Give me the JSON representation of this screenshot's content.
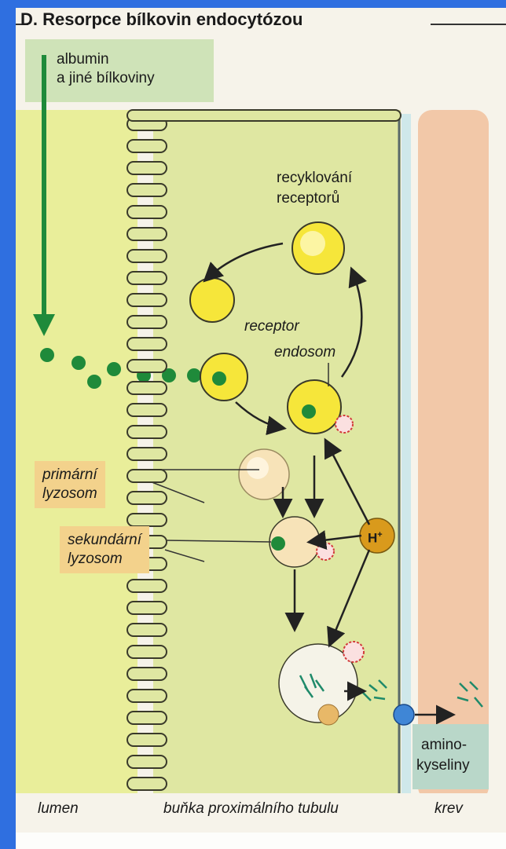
{
  "title": "D. Resorpce bílkovin endocytózou",
  "labels": {
    "albumin": [
      "albumin",
      "a jiné bílkoviny"
    ],
    "recycling": [
      "recyklování",
      "receptorů"
    ],
    "receptor": "receptor",
    "endosome": "endosom",
    "primary_lysosome": [
      "primární",
      "lyzosom"
    ],
    "secondary_lysosome": [
      "sekundární",
      "lyzosom"
    ],
    "proton": "H",
    "proton_sup": "+",
    "amino_acids": [
      "amino-",
      "kyseliny"
    ]
  },
  "bottom": {
    "lumen": "lumen",
    "cell": "buňka proximálního tubulu",
    "blood": "krev"
  },
  "colors": {
    "lumen": "#e9ee9a",
    "cell": "#dfe7a2",
    "blood": "#f2c8a8",
    "green_dot": "#1f8a3a",
    "vesicle": "#f6e63a",
    "receptor": "#e0521e",
    "lysosome": "#f7e3b8",
    "proton": "#d99a1c",
    "frame": "#2f6fe0"
  }
}
